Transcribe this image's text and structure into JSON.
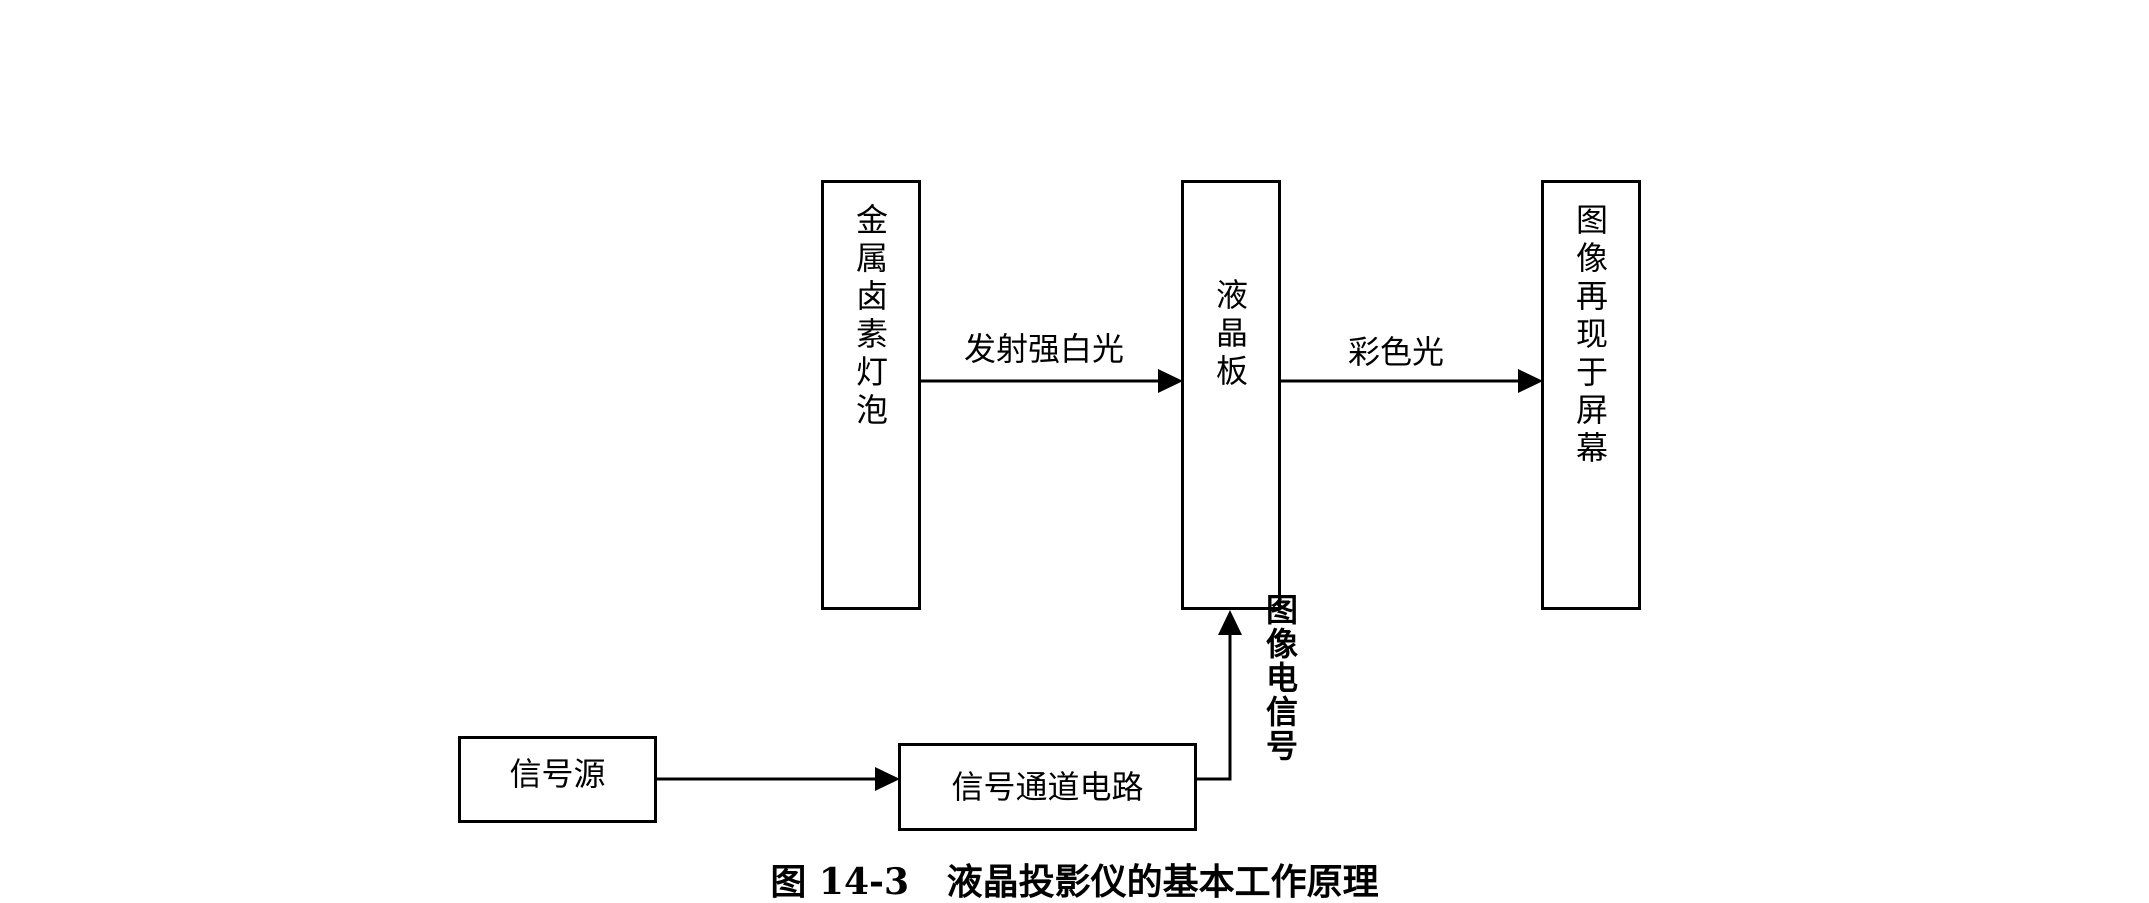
{
  "diagram": {
    "boxes": {
      "lamp": "金属卤素灯泡",
      "lcd_panel": "液晶板",
      "screen": "图像再现于屏幕",
      "signal_source": "信号源",
      "signal_circuit": "信号通道电路"
    },
    "edges": {
      "lamp_to_lcd": "发射强白光",
      "lcd_to_screen": "彩色光",
      "circuit_to_lcd": "图像电信号"
    },
    "caption": "图 14-3   液晶投影仪的基本工作原理"
  }
}
